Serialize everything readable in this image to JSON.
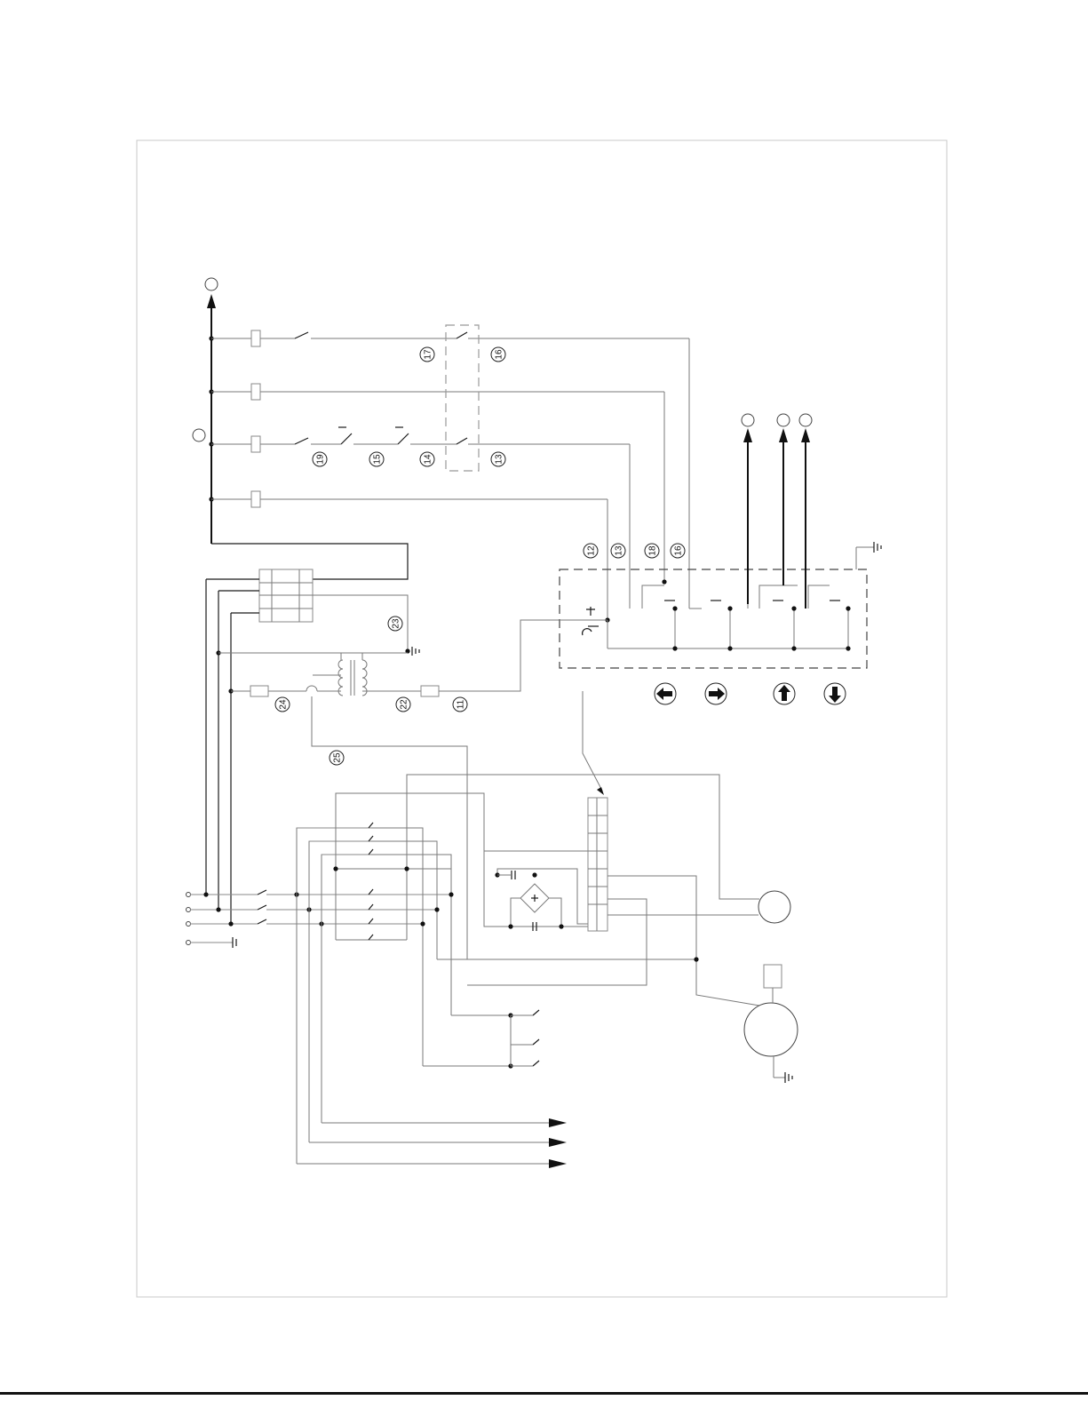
{
  "wire_labels": [
    {
      "id": "l17",
      "text": "17"
    },
    {
      "id": "l16a",
      "text": "16"
    },
    {
      "id": "l19",
      "text": "19"
    },
    {
      "id": "l15",
      "text": "15"
    },
    {
      "id": "l14",
      "text": "14"
    },
    {
      "id": "l13a",
      "text": "13"
    },
    {
      "id": "l12",
      "text": "12"
    },
    {
      "id": "l13b",
      "text": "13"
    },
    {
      "id": "l18",
      "text": "18"
    },
    {
      "id": "l16b",
      "text": "16"
    },
    {
      "id": "l23",
      "text": "23"
    },
    {
      "id": "l24",
      "text": "24"
    },
    {
      "id": "l22",
      "text": "22"
    },
    {
      "id": "l11",
      "text": "11"
    },
    {
      "id": "l25",
      "text": "25"
    }
  ],
  "direction_icons": [
    {
      "name": "arrow-left-icon"
    },
    {
      "name": "arrow-right-icon"
    },
    {
      "name": "arrow-up-icon"
    },
    {
      "name": "arrow-down-icon"
    }
  ],
  "colors": {
    "line": "#7a7a7a",
    "ink": "#111111",
    "frame": "#c8c8c8"
  }
}
